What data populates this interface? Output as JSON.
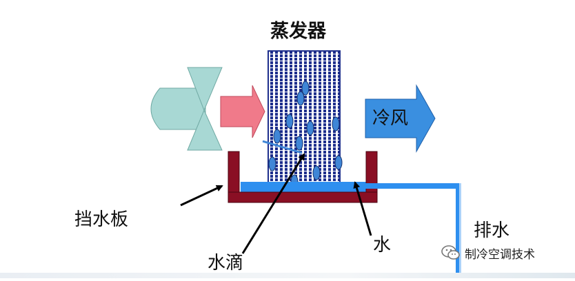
{
  "diagram": {
    "title": "蒸发器",
    "labels": {
      "baffle": "挡水板",
      "droplet": "水滴",
      "water": "水",
      "drain": "排水",
      "cold_air": "冷风"
    },
    "watermark": {
      "text": "制冷空调技术",
      "icon": "wechat-icon"
    },
    "components": [
      "fan",
      "inlet-air-arrow",
      "evaporator-coil",
      "drip-tray",
      "drain-pipe",
      "cold-air-arrow"
    ],
    "colors": {
      "fan": "#a8d8d4",
      "inlet_arrow": "#f07a8a",
      "cold_arrow": "#3a8fe0",
      "coil_grid": "#1d2e8c",
      "droplet": "#3f86d6",
      "water": "#2e8fef",
      "tray": "#8a0f24"
    }
  }
}
